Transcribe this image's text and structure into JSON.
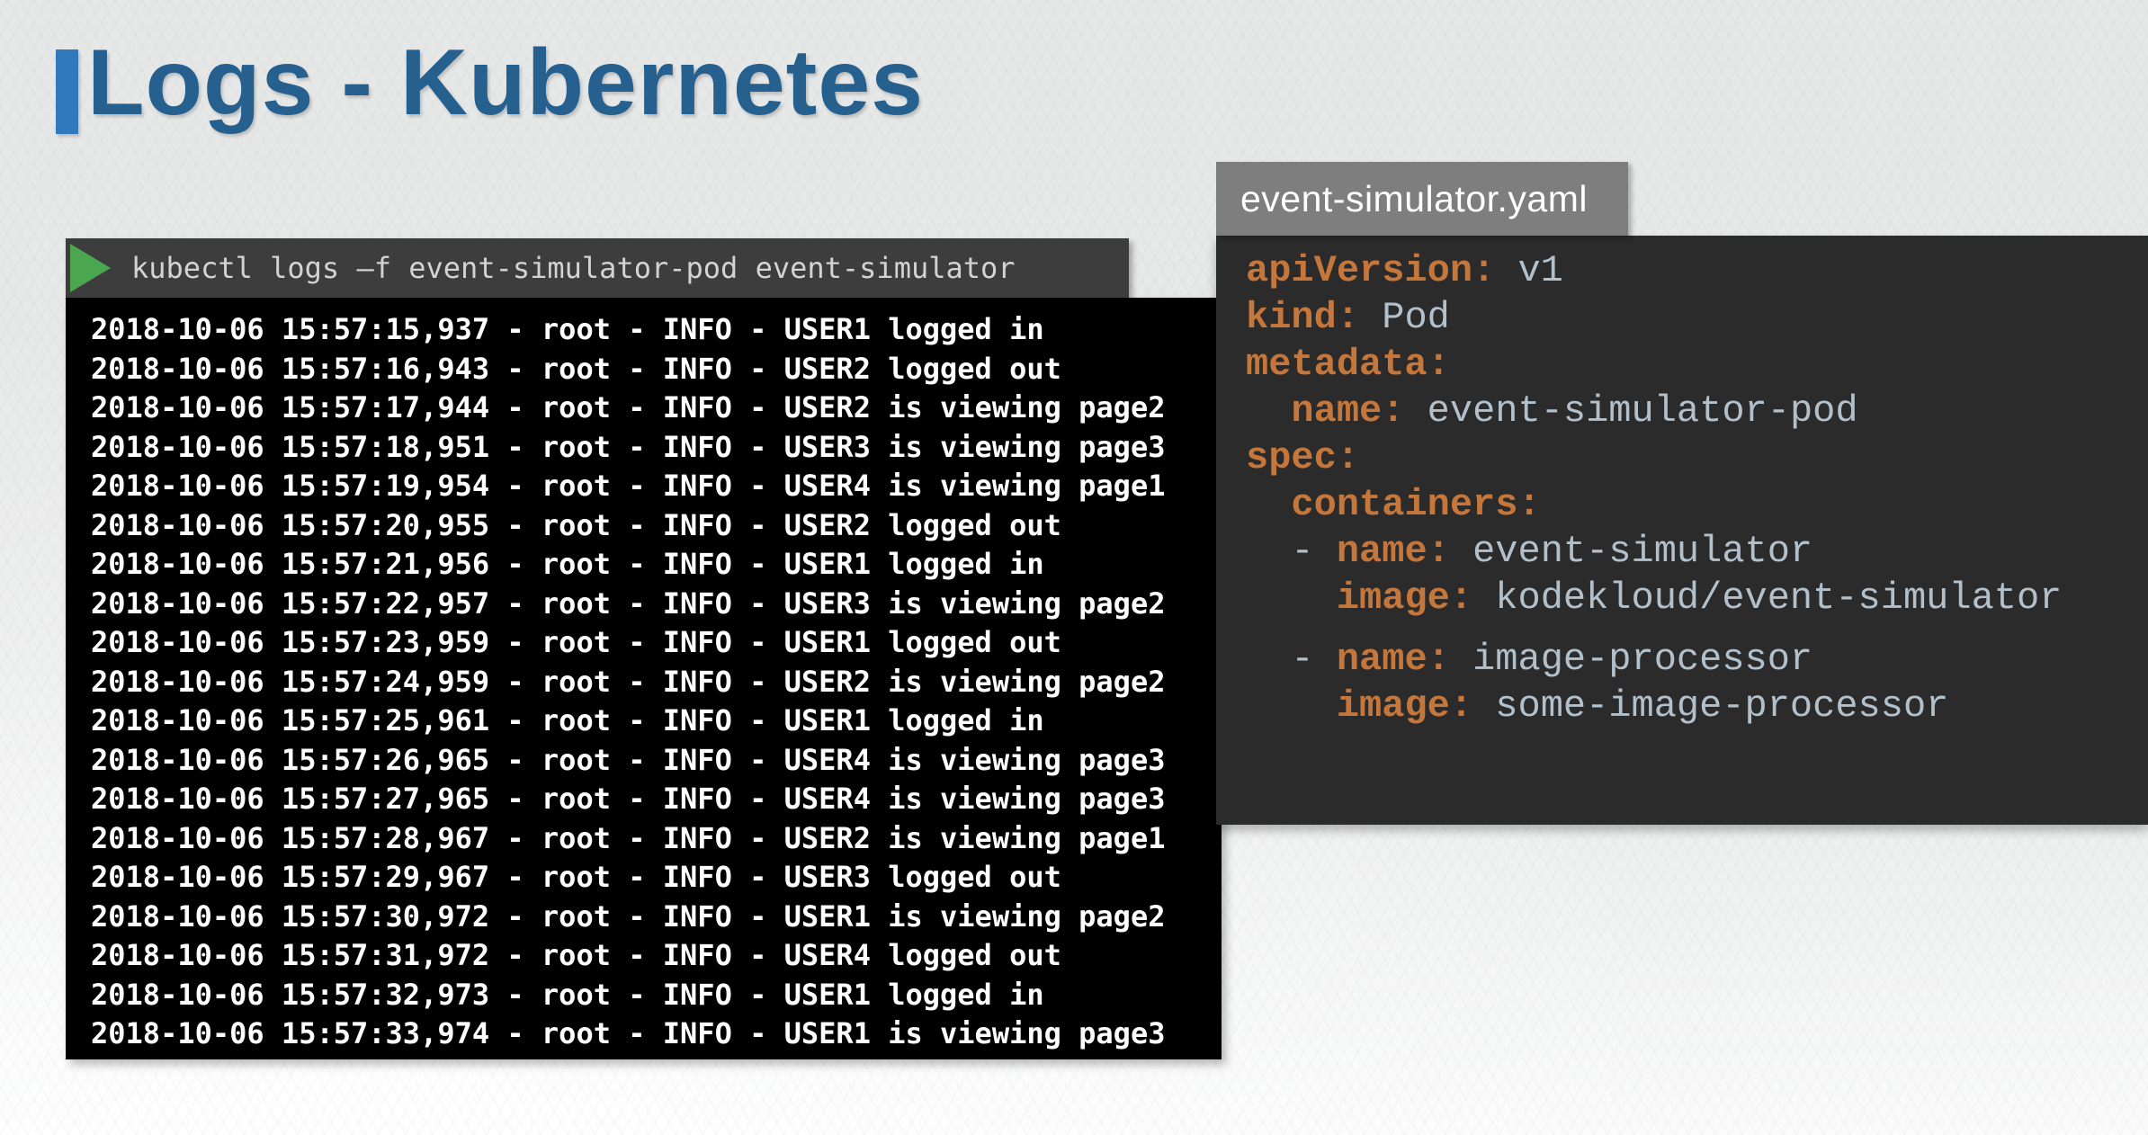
{
  "title": {
    "text": "Logs - Kubernetes"
  },
  "terminal": {
    "command": "kubectl logs –f event-simulator-pod event-simulator",
    "play_icon_color": "#4aa64f",
    "logs": [
      "2018-10-06 15:57:15,937 - root - INFO - USER1 logged in",
      "2018-10-06 15:57:16,943 - root - INFO - USER2 logged out",
      "2018-10-06 15:57:17,944 - root - INFO - USER2 is viewing page2",
      "2018-10-06 15:57:18,951 - root - INFO - USER3 is viewing page3",
      "2018-10-06 15:57:19,954 - root - INFO - USER4 is viewing page1",
      "2018-10-06 15:57:20,955 - root - INFO - USER2 logged out",
      "2018-10-06 15:57:21,956 - root - INFO - USER1 logged in",
      "2018-10-06 15:57:22,957 - root - INFO - USER3 is viewing page2",
      "2018-10-06 15:57:23,959 - root - INFO - USER1 logged out",
      "2018-10-06 15:57:24,959 - root - INFO - USER2 is viewing page2",
      "2018-10-06 15:57:25,961 - root - INFO - USER1 logged in",
      "2018-10-06 15:57:26,965 - root - INFO - USER4 is viewing page3",
      "2018-10-06 15:57:27,965 - root - INFO - USER4 is viewing page3",
      "2018-10-06 15:57:28,967 - root - INFO - USER2 is viewing page1",
      "2018-10-06 15:57:29,967 - root - INFO - USER3 logged out",
      "2018-10-06 15:57:30,972 - root - INFO - USER1 is viewing page2",
      "2018-10-06 15:57:31,972 - root - INFO - USER4 logged out",
      "2018-10-06 15:57:32,973 - root - INFO - USER1 logged in",
      "2018-10-06 15:57:33,974 - root - INFO - USER1 is viewing page3"
    ]
  },
  "yaml_panel": {
    "filename": "event-simulator.yaml",
    "lines": [
      {
        "prefix": "",
        "key": "apiVersion",
        "sep": ": ",
        "value": "v1"
      },
      {
        "prefix": "",
        "key": "kind",
        "sep": ": ",
        "value": "Pod"
      },
      {
        "prefix": "",
        "key": "metadata",
        "sep": ":",
        "value": ""
      },
      {
        "prefix": "  ",
        "key": "name",
        "sep": ": ",
        "value": "event-simulator-pod"
      },
      {
        "prefix": "",
        "key": "spec",
        "sep": ":",
        "value": ""
      },
      {
        "prefix": "  ",
        "key": "containers",
        "sep": ":",
        "value": ""
      },
      {
        "prefix": "  - ",
        "key": "name",
        "sep": ": ",
        "value": "event-simulator"
      },
      {
        "prefix": "    ",
        "key": "image",
        "sep": ": ",
        "value": "kodekloud/event-simulator"
      },
      {
        "prefix": "  - ",
        "key": "name",
        "sep": ": ",
        "value": "image-processor"
      },
      {
        "prefix": "    ",
        "key": "image",
        "sep": ": ",
        "value": "some-image-processor"
      }
    ]
  },
  "colors": {
    "title_blue": "#25608f",
    "accent_blue": "#3079bb",
    "command_bar_bg": "#3d3d3e",
    "terminal_bg": "#000000",
    "play_green": "#4aa64f",
    "yaml_panel_bg": "#2b2b2c",
    "yaml_tab_bg": "#7e7e7e",
    "yaml_key_orange": "#c5763a",
    "yaml_value_gray": "#b2c0cb"
  }
}
